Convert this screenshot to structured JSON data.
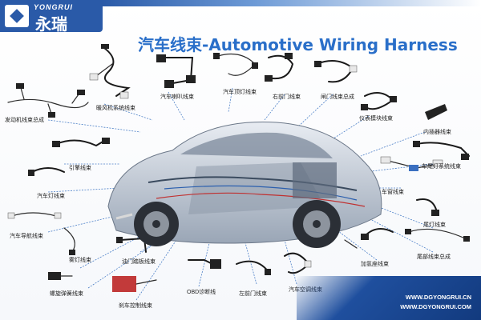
{
  "brand": {
    "name_en": "YONGRUI",
    "name_cn": "永瑞"
  },
  "title": "汽车线束-Automotive Wiring Harness",
  "labels": {
    "engine_main": "发动机线束总成",
    "fan": "暖风机系统线束",
    "headlight": "汽车喇叭线束",
    "taillight": "汽车顶灯线束",
    "door_rf": "右前门线束",
    "door_lock": "闸门线束总成",
    "instrument": "仪表模块线束",
    "horn": "内插器线束",
    "starter": "引擎线束",
    "lamp": "汽车灯线束",
    "tail_main": "车尾灯系统线束",
    "dash": "车窗线束",
    "nav": "汽车导航线束",
    "fog": "雾灯线束",
    "spring": "螺旋弹簧线束",
    "panel": "油门踏板线束",
    "obd": "OBD诊断线",
    "door_lf": "左前门线束",
    "ac": "汽车空调线束",
    "brake": "刹车控制线束",
    "rear_light": "尾灯线束",
    "seat": "加氢座线束",
    "rear_main": "尾部线束总成"
  },
  "websites": [
    "WWW.DGYONGRUI.CN",
    "WWW.DGYONGRUI.COM"
  ],
  "colors": {
    "brand_blue": "#2a5aa8",
    "title_blue": "#2a6fc9"
  }
}
